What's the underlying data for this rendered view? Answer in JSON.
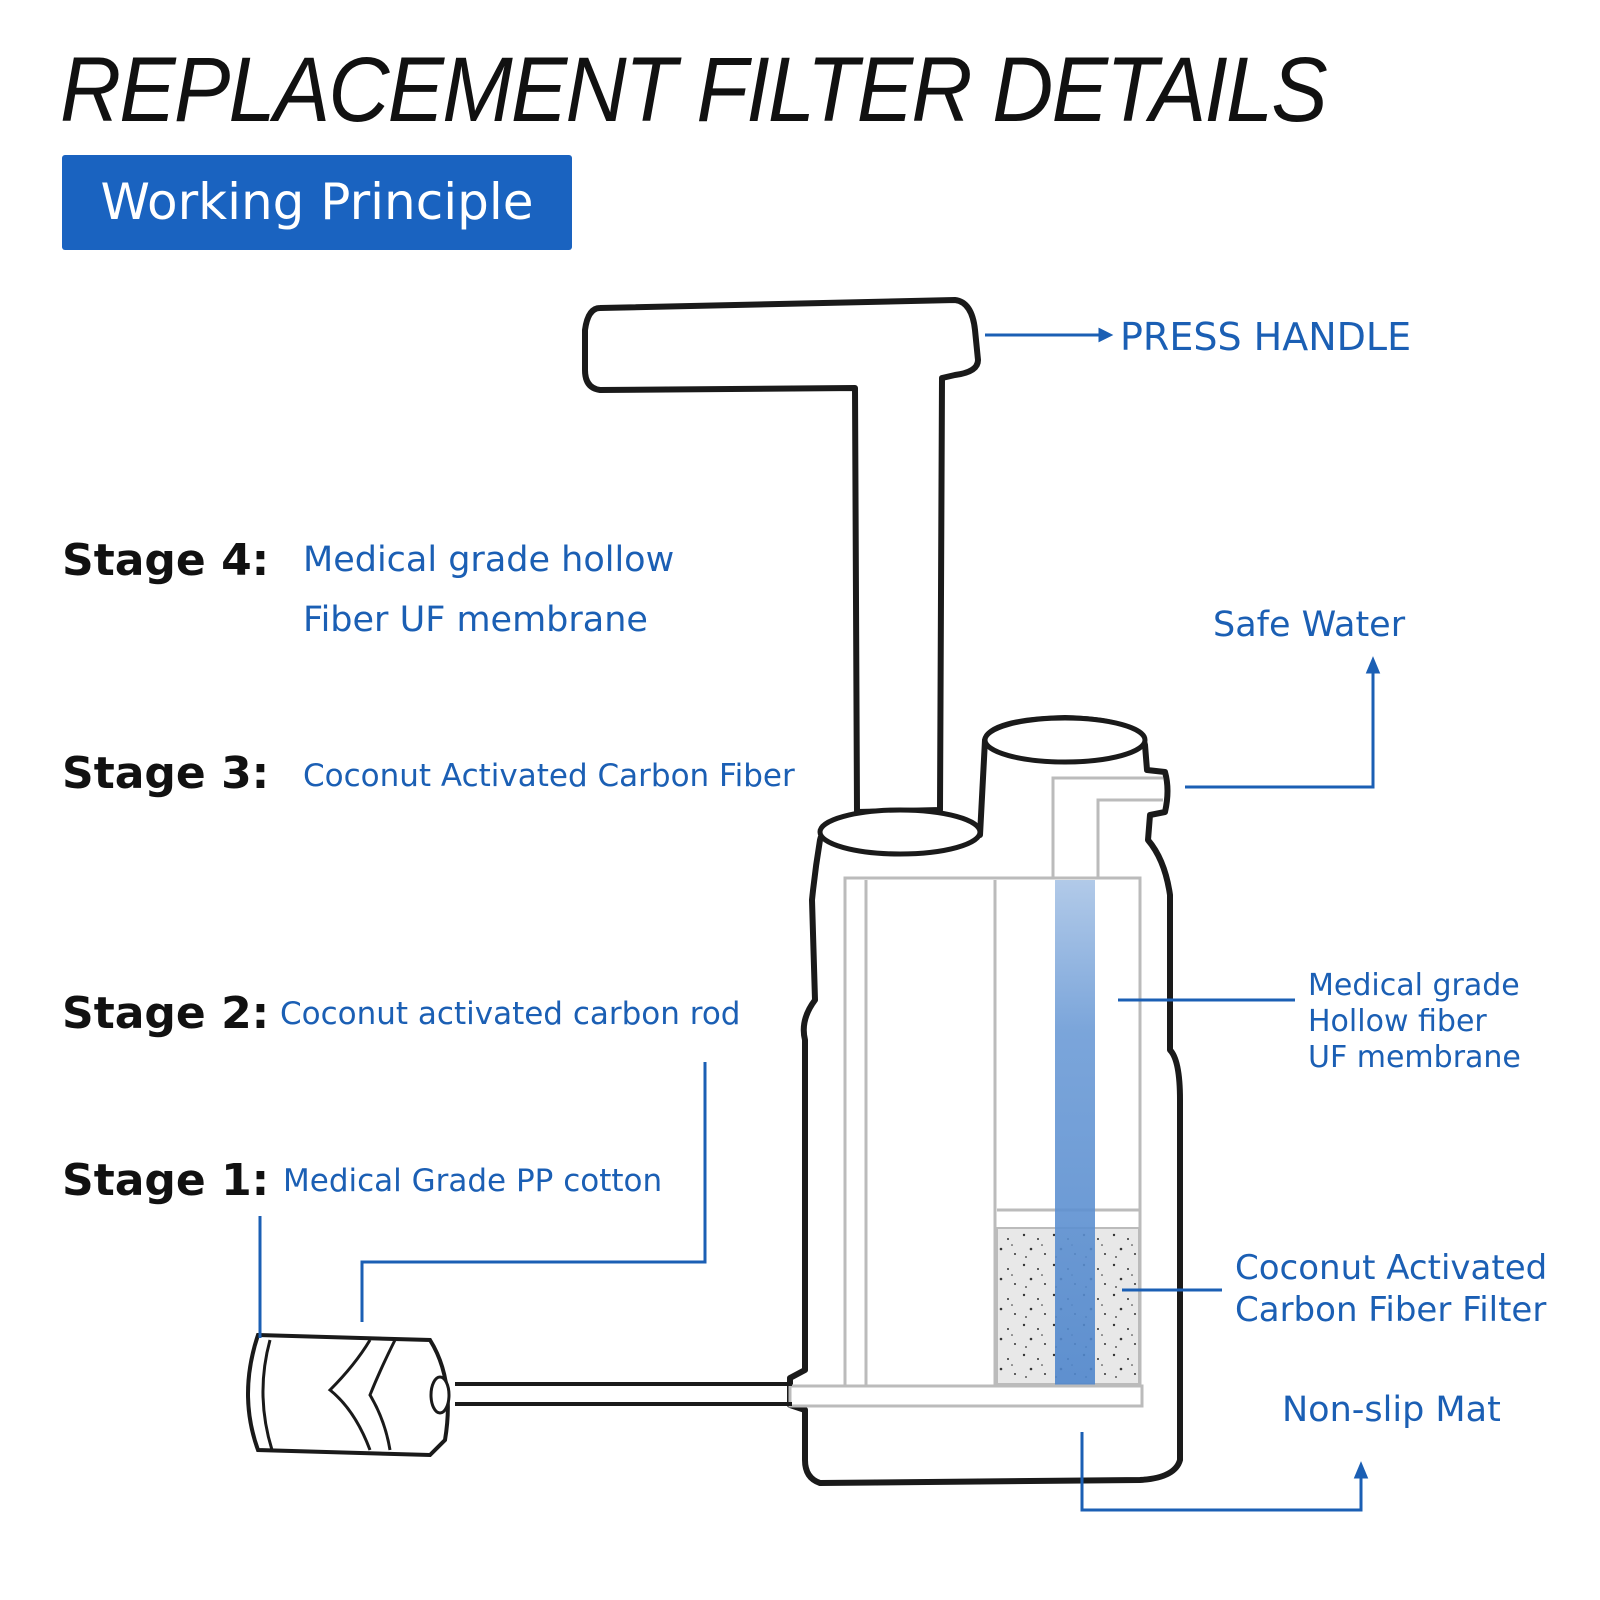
{
  "title": "REPLACEMENT FILTER DETAILS",
  "badge": "Working Principle",
  "stages": [
    {
      "label": "Stage 4:",
      "desc_line1": "Medical grade hollow",
      "desc_line2": "Fiber UF membrane"
    },
    {
      "label": "Stage 3:",
      "desc": "Coconut Activated Carbon Fiber"
    },
    {
      "label": "Stage 2:",
      "desc": "Coconut activated carbon rod"
    },
    {
      "label": "Stage 1:",
      "desc": "Medical Grade PP cotton"
    }
  ],
  "callouts": {
    "press_handle": "PRESS HANDLE",
    "safe_water": "Safe Water",
    "membrane_line1": "Medical grade",
    "membrane_line2": "Hollow fiber",
    "membrane_line3": "UF membrane",
    "carbon_line1": "Coconut Activated",
    "carbon_line2": "Carbon Fiber Filter",
    "non_slip": "Non-slip Mat"
  },
  "colors": {
    "accent": "#1a63c0",
    "label_blue": "#1b5fb4",
    "water_blue": "#5b8fd0"
  }
}
